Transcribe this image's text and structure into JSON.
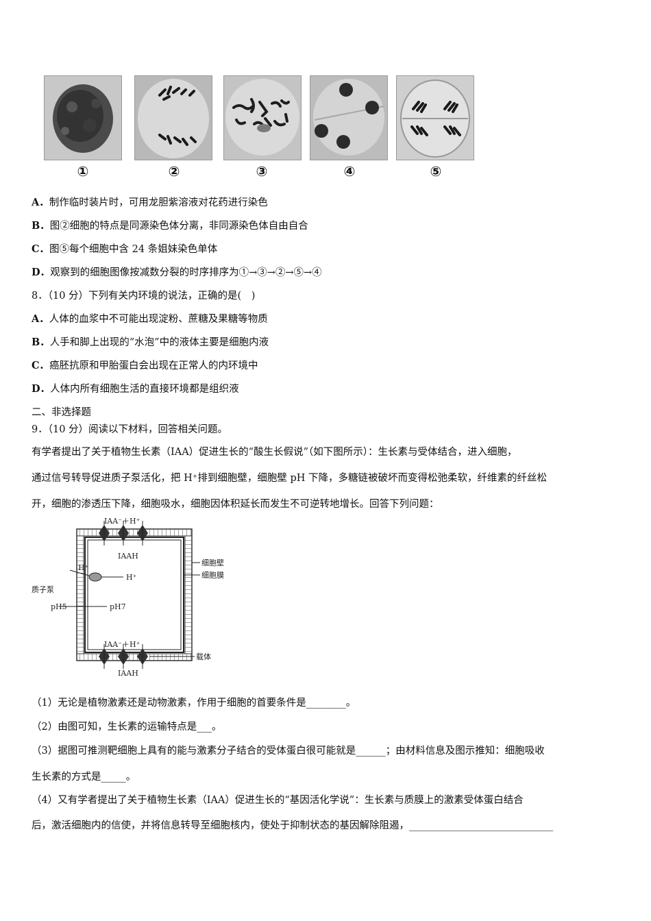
{
  "figure_labels": [
    "①",
    "②",
    "③",
    "④",
    "⑤"
  ],
  "q7_options": [
    {
      "letter": "A．",
      "text": "制作临时装片时，可用龙胆紫溶液对花药进行染色"
    },
    {
      "letter": "B．",
      "text": "图②细胞的特点是同源染色体分离，非同源染色体自由自合"
    },
    {
      "letter": "C．",
      "text": "图⑤每个细胞中含 24 条姐妹染色单体"
    },
    {
      "letter": "D．",
      "text": "观察到的细胞图像按减数分裂的时序排序为①→③→②→⑤→④"
    }
  ],
  "q8": {
    "stem": "8．（10 分）下列有关内环境的说法，正确的是(　)",
    "options": [
      {
        "letter": "A．",
        "text": "人体的血浆中不可能出现淀粉、蔗糖及果糖等物质"
      },
      {
        "letter": "B．",
        "text": "人手和脚上出现的“水泡”中的液体主要是细胞内液"
      },
      {
        "letter": "C．",
        "text": "癌胚抗原和甲胎蛋白会出现在正常人的内环境中"
      },
      {
        "letter": "D．",
        "text": "人体内所有细胞生活的直接环境都是组织液"
      }
    ]
  },
  "section2_title": "二、非选择题",
  "q9": {
    "stem": "9．（10 分）阅读以下材料，回答相关问题。",
    "para_line1": "有学者提出了关于植物生长素（IAA）促进生长的“酸生长假说”（如下图所示）：生长素与受体结合，进入细胞，",
    "para_line2": "通过信号转导促进质子泵活化，把 H⁺排到细胞壁，细胞壁 pH 下降，多糖链被破坏而变得松弛柔软，纤维素的纤丝松",
    "para_line3": "开，细胞的渗透压下降，细胞吸水，细胞因体积延长而发生不可逆转地增长。回答下列问题：",
    "sub1": "（1）无论是植物激素还是动物激素，作用于细胞的首要条件是________。",
    "sub2": "（2）由图可知，生长素的运输特点是___。",
    "sub3_line1": "（3）据图可推测靶细胞上具有的能与激素分子结合的受体蛋白很可能就是______；由材料信息及图示推知：细胞吸收",
    "sub3_line2": "生长素的方式是_____。",
    "sub4_line1": "（4）又有学者提出了关于植物生长素（IAA）促进生长的“基因活化学说”：生长素与质膜上的激素受体蛋白结合",
    "sub4_line2": "后，激活细胞内的信使，并将信息转导至细胞核内，使处于抑制状态的基因解除阻遏，_____________________________"
  },
  "diagram": {
    "top_ion": "IAA⁻＋H⁺",
    "top_iaah": "IAAH",
    "bottom_ion": "IAA⁻＋H⁺",
    "bottom_iaah": "IAAH",
    "cell_wall": "细胞壁",
    "cell_membrane": "细胞膜",
    "proton_pump": "质子泵",
    "h_outside": "H⁺",
    "h_inside": "H⁺",
    "ph_outside": "pH5",
    "ph_inside": "pH7",
    "carrier": "载体"
  }
}
